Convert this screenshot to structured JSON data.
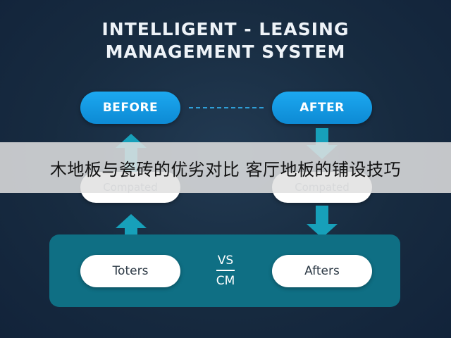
{
  "diagram": {
    "title_line1": "INTELLIGENT - LEASING",
    "title_line2": "MANAGEMENT SYSTEM",
    "before_label": "BEFORE",
    "after_label": "AFTER",
    "compated_left": "Compated",
    "compated_right": "Compated",
    "toters_label": "Toters",
    "afters_label": "Afters",
    "vs_top": "VS",
    "vs_bottom": "CM"
  },
  "banner": {
    "text": "木地板与瓷砖的优劣对比 客厅地板的铺设技巧"
  },
  "colors": {
    "background": "#172b40",
    "accent_blue": "#1ca8f0",
    "teal_arrow": "#17a0ba",
    "panel_teal": "#0f6f84"
  }
}
